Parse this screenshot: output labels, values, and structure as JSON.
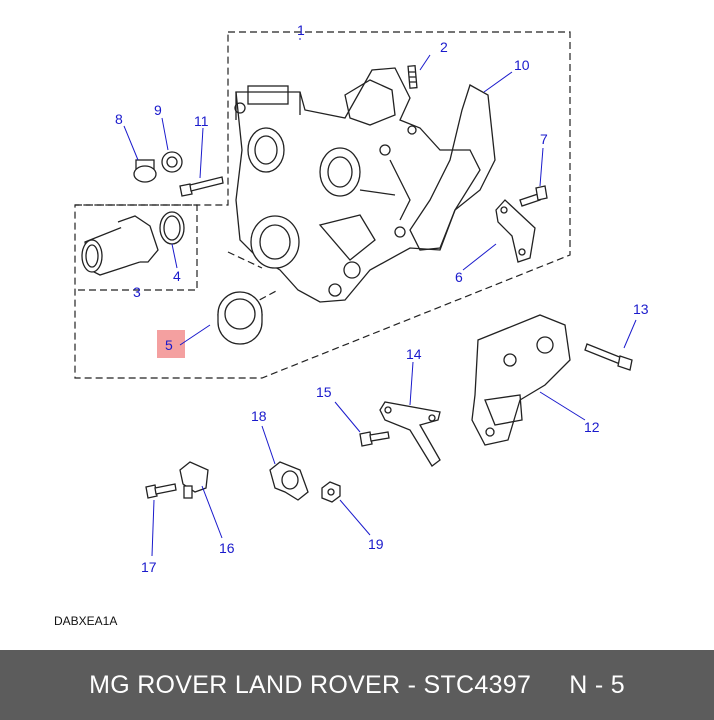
{
  "diagram": {
    "callouts": [
      "1",
      "2",
      "3",
      "4",
      "5",
      "6",
      "7",
      "8",
      "9",
      "10",
      "11",
      "12",
      "13",
      "14",
      "15",
      "16",
      "17",
      "19",
      "18"
    ],
    "highlight_color": "#f4a0a0",
    "callout_color": "#1a1acc",
    "code": "DABXEA1A"
  },
  "footer": {
    "brand": "MG ROVER LAND ROVER - STC4397",
    "page": "N - 5",
    "background": "#5c5c5c"
  }
}
